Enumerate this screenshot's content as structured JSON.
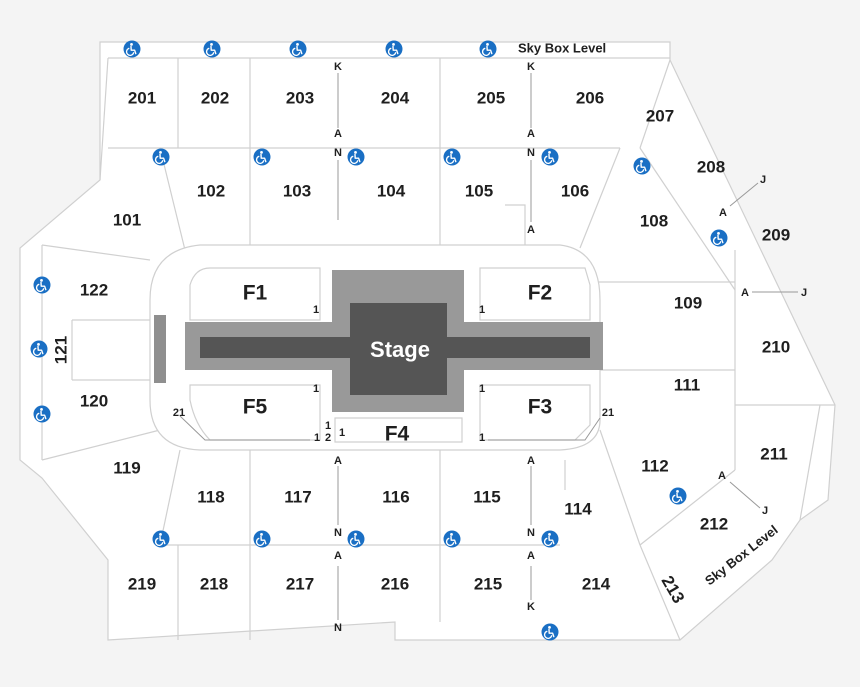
{
  "sky_box_top": "Sky Box Level",
  "sky_box_right": "Sky Box Level",
  "stage_label": "Stage",
  "floor_sections": [
    "F1",
    "F2",
    "F3",
    "F4",
    "F5"
  ],
  "sections_200": [
    "201",
    "202",
    "203",
    "204",
    "205",
    "206",
    "207",
    "208",
    "209",
    "210",
    "211",
    "212",
    "213",
    "214",
    "215",
    "216",
    "217",
    "218",
    "219"
  ],
  "sections_100": [
    "101",
    "102",
    "103",
    "104",
    "105",
    "106",
    "108",
    "109",
    "111",
    "112",
    "114",
    "115",
    "116",
    "117",
    "118",
    "119",
    "120",
    "121",
    "122"
  ],
  "row_labels": {
    "k": "K",
    "a": "A",
    "n": "N",
    "j": "J",
    "one": "1",
    "two": "2",
    "twenty_one": "21"
  },
  "icons": {
    "accessible": "wheelchair-accessible-icon",
    "accessible_color": "#1a6fc4"
  },
  "colors": {
    "background": "#f4f4f4",
    "section_fill": "#ffffff",
    "section_line": "#d0d0d0",
    "stage_dark": "#555555",
    "stage_light": "#999999",
    "side_bar": "#8f8f8f"
  }
}
